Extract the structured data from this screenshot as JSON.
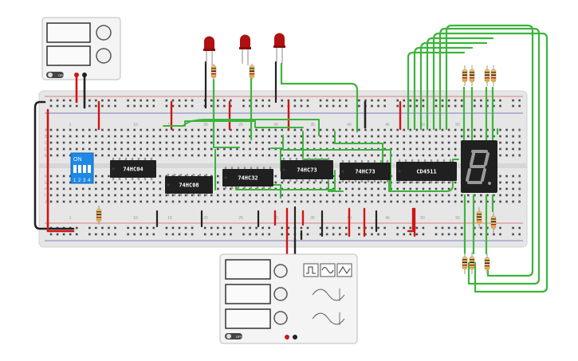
{
  "canvas": {
    "background": "#ffffff"
  },
  "colors": {
    "breadboard": "#e6e6e6",
    "chip": "#202020",
    "chip_text": "#ffffff",
    "wire_green": "#3cb43c",
    "wire_red": "#d01515",
    "wire_black": "#222222",
    "dip_switch": "#1e88e5",
    "led_red": "#b01010",
    "resistor": "#e7c079"
  },
  "power_supply": {
    "off_label": "OFF",
    "icon": "power-supply-icon"
  },
  "breadboard": {
    "column_numbers": [
      "1",
      "10",
      "15",
      "20",
      "25",
      "30",
      "35",
      "40",
      "45",
      "50",
      "55"
    ],
    "row_letters_top": [
      "A",
      "B",
      "C",
      "D",
      "E"
    ],
    "row_letters_bottom": [
      "F",
      "G",
      "H",
      "I",
      "J"
    ]
  },
  "dip_switch": {
    "label": "ON",
    "numbers": [
      "1",
      "2",
      "3",
      "4"
    ]
  },
  "chips": [
    {
      "label": "74HC04"
    },
    {
      "label": "74HC08"
    },
    {
      "label": "74HC32"
    },
    {
      "label": "74HC73"
    },
    {
      "label": "74HC73"
    },
    {
      "label": "CD4511"
    }
  ],
  "seven_segment": {
    "digit": "8",
    "icon": "seven-segment-display-icon"
  },
  "function_generator": {
    "off_label": "OFF",
    "wave_buttons": [
      "square-wave-icon",
      "sine-wave-icon",
      "triangle-wave-icon"
    ]
  },
  "leds": {
    "count": 3,
    "color": "red"
  }
}
